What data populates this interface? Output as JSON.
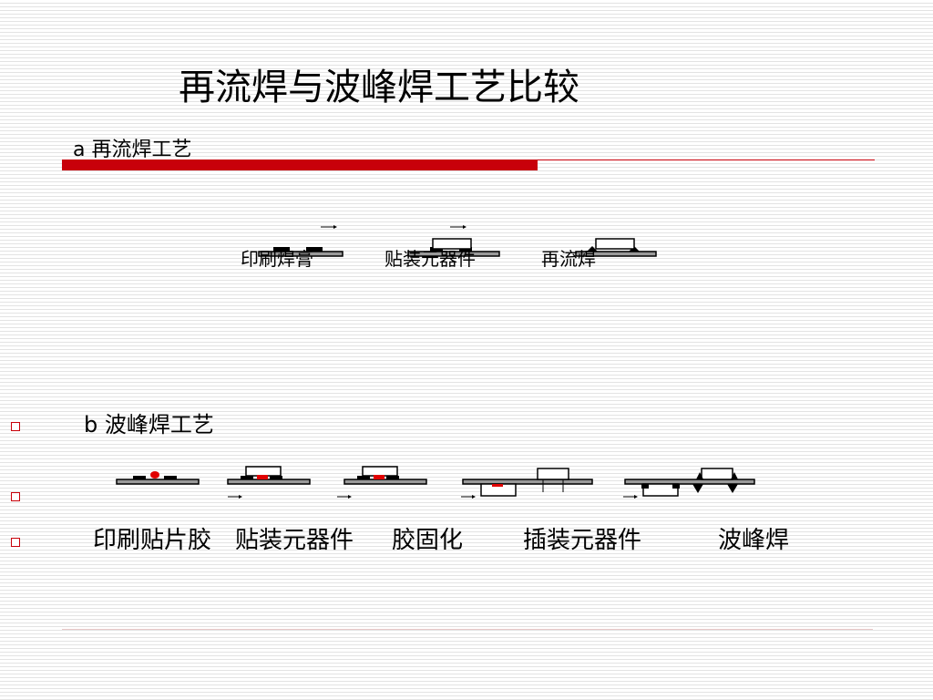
{
  "title": "再流焊与波峰焊工艺比较",
  "section_a": {
    "heading": "a 再流焊工艺",
    "steps": [
      "印刷焊膏",
      "贴装元器件",
      "再流焊"
    ]
  },
  "section_b": {
    "heading": "b 波峰焊工艺",
    "steps": [
      "印刷贴片胶",
      "贴装元器件",
      "胶固化",
      "插装元器件",
      "波峰焊"
    ]
  },
  "colors": {
    "accent_red": "#c8000a",
    "line_gray": "#e3e3e3"
  }
}
